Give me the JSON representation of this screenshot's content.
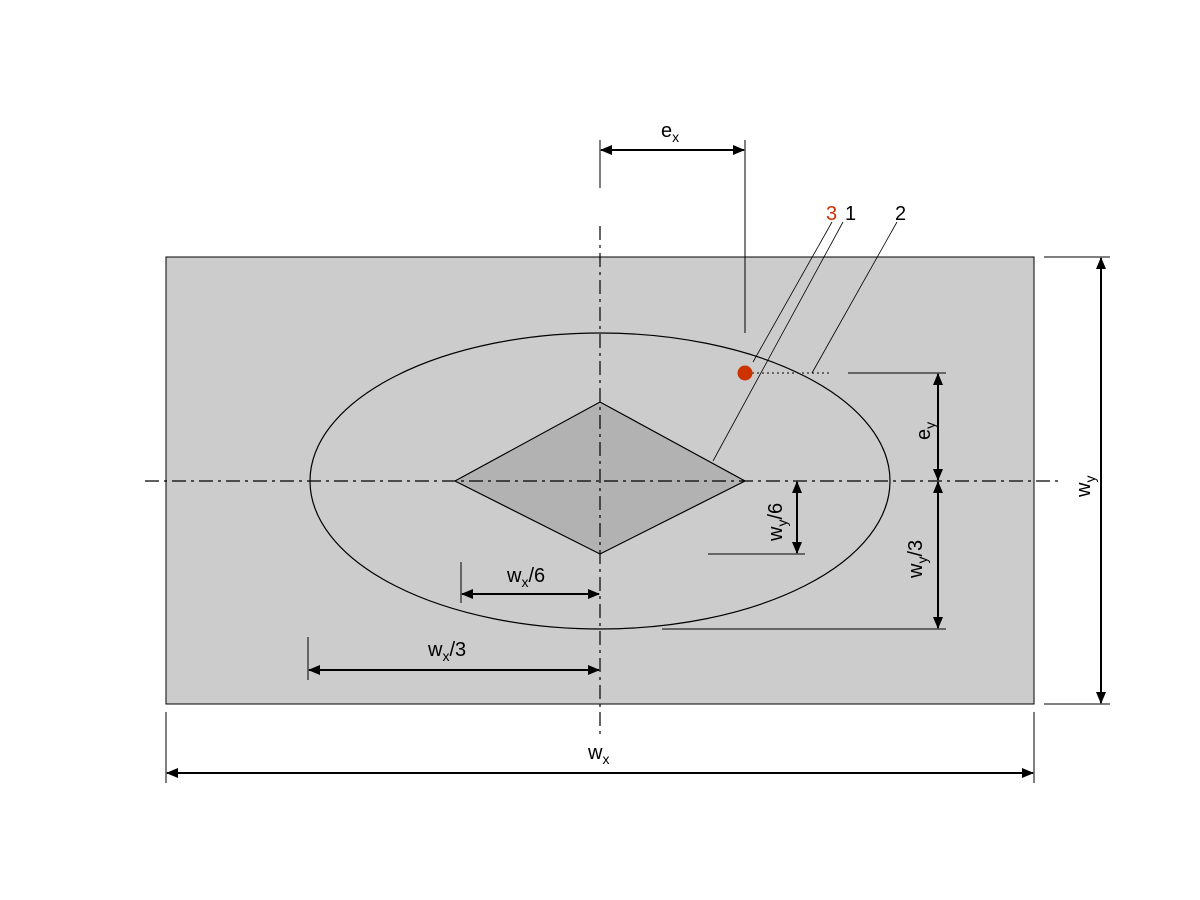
{
  "labels": {
    "ex": {
      "main": "e",
      "sub": "x"
    },
    "ey": {
      "main": "e",
      "sub": "y"
    },
    "wx": {
      "main": "w",
      "sub": "x"
    },
    "wy": {
      "main": "w",
      "sub": "y"
    },
    "wx6": {
      "main": "w",
      "sub": "x",
      "rest": "/6"
    },
    "wx3": {
      "main": "w",
      "sub": "x",
      "rest": "/3"
    },
    "wy6": {
      "main": "w",
      "sub": "y",
      "rest": "/6"
    },
    "wy3": {
      "main": "w",
      "sub": "y",
      "rest": "/3"
    },
    "callout3": "3",
    "callout1": "1",
    "callout2": "2"
  },
  "colors": {
    "plate": "#cccccc",
    "kern": "#b2b2b2",
    "load_point": "#cc3300",
    "callout3_text": "#cc3300",
    "line": "#000000"
  }
}
